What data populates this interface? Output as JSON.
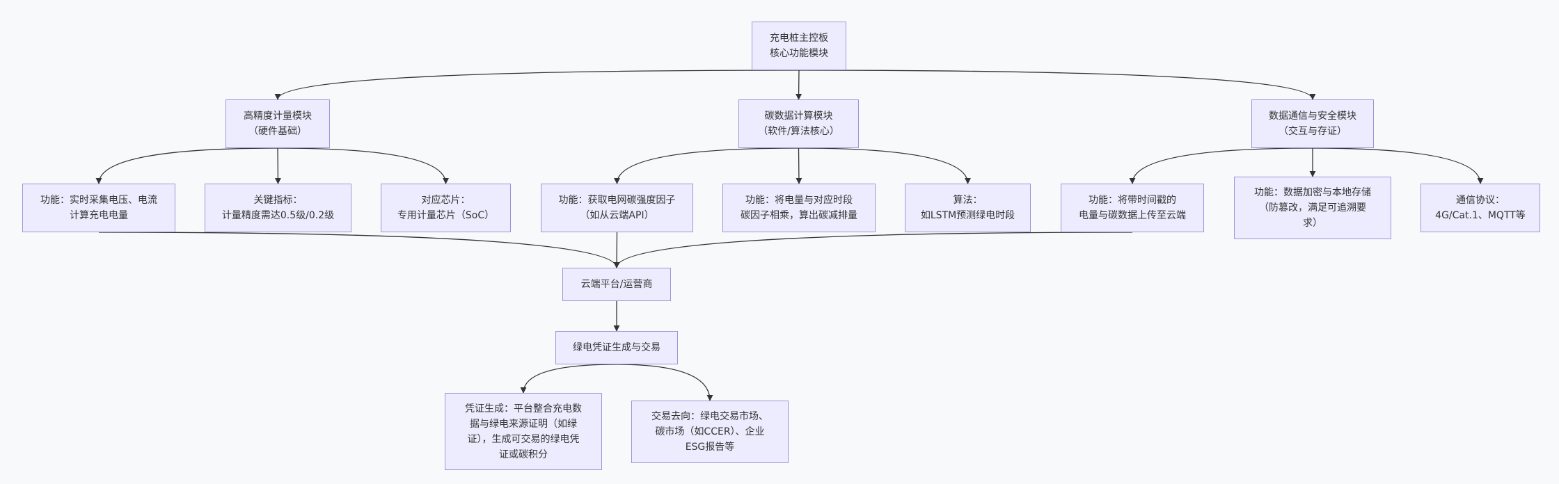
{
  "diagram": {
    "colors": {
      "background": "#f8f9fb",
      "node_fill": "#ececfe",
      "node_border": "#9d93d8",
      "edge": "#333333",
      "text": "#333333"
    },
    "nodes": {
      "root": [
        "充电桩主控板",
        "核心功能模块"
      ],
      "metering": [
        "高精度计量模块",
        "（硬件基础）"
      ],
      "carbon": [
        "碳数据计算模块",
        "（软件/算法核心）"
      ],
      "security": [
        "数据通信与安全模块",
        "（交互与存证）"
      ],
      "m1": [
        "功能：实时采集电压、电流",
        "计算充电电量"
      ],
      "m2": [
        "关键指标：",
        "计量精度需达0.5级/0.2级"
      ],
      "m3": [
        "对应芯片：",
        "专用计量芯片（SoC）"
      ],
      "c1": [
        "功能：获取电网碳强度因子",
        "（如从云端API）"
      ],
      "c2": [
        "功能：将电量与对应时段",
        "碳因子相乘，算出碳减排量"
      ],
      "c3": [
        "算法：",
        "如LSTM预测绿电时段"
      ],
      "s1": [
        "功能：将带时间戳的",
        "电量与碳数据上传至云端"
      ],
      "s2": [
        "功能：数据加密与本地存储",
        "（防篡改，满足可追溯要",
        "求）"
      ],
      "s3": [
        "通信协议：",
        "4G/Cat.1、MQTT等"
      ],
      "cloud": [
        "云端平台/运营商"
      ],
      "cert": [
        "绿电凭证生成与交易"
      ],
      "gen": [
        "凭证生成：平台整合充电数",
        "据与绿电来源证明（如绿",
        "证），生成可交易的绿电凭",
        "证或碳积分"
      ],
      "trade": [
        "交易去向：绿电交易市场、",
        "碳市场（如CCER）、企业",
        "ESG报告等"
      ]
    },
    "edges": [
      [
        "root",
        "metering"
      ],
      [
        "root",
        "carbon"
      ],
      [
        "root",
        "security"
      ],
      [
        "metering",
        "m1"
      ],
      [
        "metering",
        "m2"
      ],
      [
        "metering",
        "m3"
      ],
      [
        "carbon",
        "c1"
      ],
      [
        "carbon",
        "c2"
      ],
      [
        "carbon",
        "c3"
      ],
      [
        "security",
        "s1"
      ],
      [
        "security",
        "s2"
      ],
      [
        "security",
        "s3"
      ],
      [
        "m1",
        "cloud"
      ],
      [
        "c1",
        "cloud"
      ],
      [
        "s1",
        "cloud"
      ],
      [
        "cloud",
        "cert"
      ],
      [
        "cert",
        "gen"
      ],
      [
        "cert",
        "trade"
      ]
    ]
  }
}
